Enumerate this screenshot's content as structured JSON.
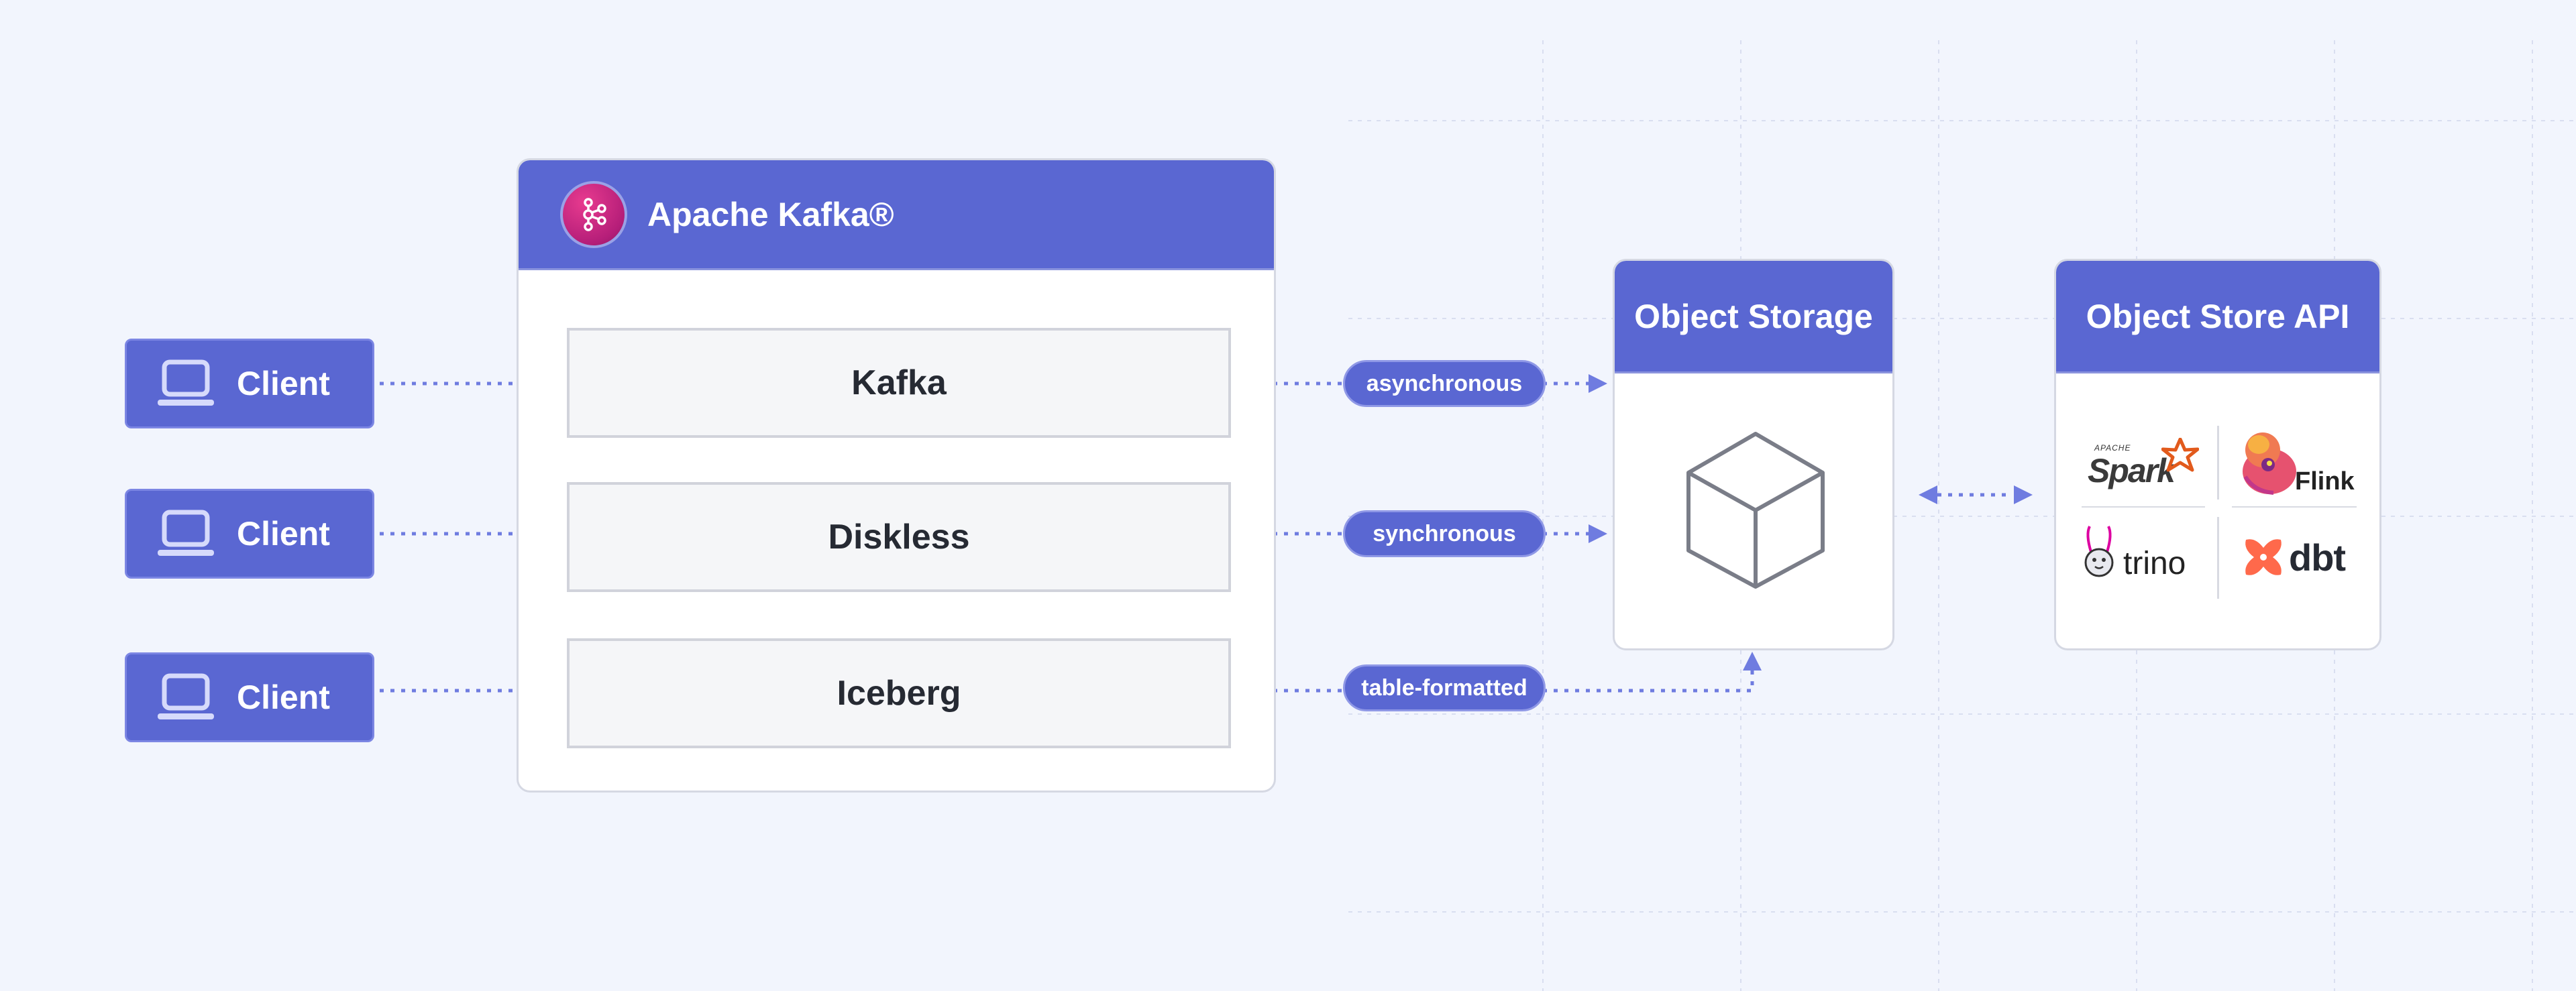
{
  "clients": [
    {
      "label": "Client"
    },
    {
      "label": "Client"
    },
    {
      "label": "Client"
    }
  ],
  "kafka_panel": {
    "title": "Apache Kafka®",
    "layers": [
      {
        "label": "Kafka"
      },
      {
        "label": "Diskless"
      },
      {
        "label": "Iceberg"
      }
    ]
  },
  "object_storage": {
    "title": "Object Storage"
  },
  "object_store_api": {
    "title": "Object Store API",
    "logos": [
      {
        "name": "Spark",
        "super": "APACHE"
      },
      {
        "name": "Flink"
      },
      {
        "name": "trino"
      },
      {
        "name": "dbt"
      }
    ]
  },
  "connections": [
    {
      "label": "asynchronous"
    },
    {
      "label": "synchronous"
    },
    {
      "label": "table-formatted"
    }
  ],
  "colors": {
    "accent": "#5a67d2",
    "arrow": "#6f7ce0",
    "background": "#f2f5fd",
    "spark_orange": "#e25a1c",
    "flink_pink": "#e6526f",
    "dbt_orange": "#ff694b"
  }
}
